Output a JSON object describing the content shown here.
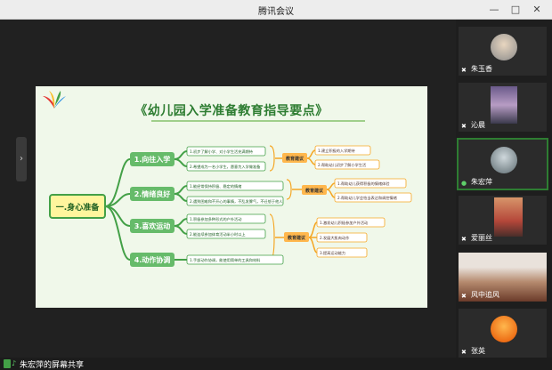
{
  "window": {
    "title": "腾讯会议",
    "minimize_glyph": "—",
    "maximize_glyph": "□",
    "close_glyph": "✕"
  },
  "share": {
    "label": "朱宏萍的屏幕共享"
  },
  "participants": [
    {
      "name": "朱玉香",
      "mic": "muted",
      "tile": "avatar"
    },
    {
      "name": "沁晨",
      "mic": "muted",
      "tile": "video"
    },
    {
      "name": "朱宏萍",
      "mic": "active",
      "tile": "avatar",
      "highlight": true
    },
    {
      "name": "爱丽丝",
      "mic": "muted",
      "tile": "video"
    },
    {
      "name": "风中追风",
      "mic": "muted",
      "tile": "video"
    },
    {
      "name": "张英",
      "mic": "muted",
      "tile": "avatar"
    }
  ],
  "slide": {
    "title": "《幼儿园入学准备教育指导要点》",
    "root": "一.身心准备",
    "branches": [
      {
        "label": "1.向往入学",
        "items": [
          "1.初步了解小学、对小学生活充满期待",
          "2.希望成为一名小学生，愿意为入学做准备"
        ],
        "advice": "教育建议",
        "advice_items": [
          "1.建立积极的入学期待",
          "2.帮助幼儿初步了解小学生活"
        ]
      },
      {
        "label": "2.情绪良好",
        "items": [
          "1.能经常保持积极、稳定的情绪",
          "2.遇到困难和不开心的事情，不乱发脾气，不迁怒于他人"
        ],
        "advice": "教育建议",
        "advice_items": [
          "1.帮助幼儿获得积极的情绪体验",
          "2.帮助幼儿学会恰当表达和调控情绪"
        ]
      },
      {
        "label": "3.喜欢运动",
        "items": [
          "1.积极参加多种形式的户外活动",
          "2.能连续参加体育活动半小时以上"
        ],
        "advice": "教育建议",
        "advice_items": [
          "1.激发幼儿积极参加户外活动",
          "2.发展大肌肉动作",
          "3.提高运动能力"
        ]
      },
      {
        "label": "4.动作协调",
        "items": [
          "1.手部动作协调，能使用简单的工具和材料"
        ]
      }
    ]
  },
  "colors": {
    "green": "#2e7d32",
    "light_green": "#43a047",
    "orange": "#f5a623",
    "bg": "#f0f8ea"
  }
}
